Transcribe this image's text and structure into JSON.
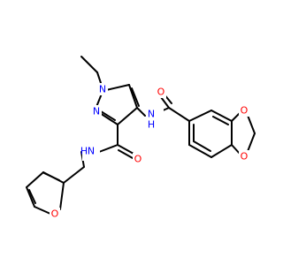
{
  "molecule": {
    "atoms": {
      "n1": "N",
      "n2": "N",
      "nh_amide_left": "N",
      "nh_amide_left_h": "H",
      "nh_amide_right": "N",
      "nh_amide_right_h": "H",
      "o_carbonyl_left": "O",
      "o_carbonyl_right": "O",
      "o_furan": "O",
      "o_dioxole_top": "O",
      "o_dioxole_bottom": "O"
    },
    "colors": {
      "bond": "#000000",
      "nitrogen": "#0000ff",
      "oxygen": "#ff0000",
      "background": "#ffffff"
    }
  }
}
